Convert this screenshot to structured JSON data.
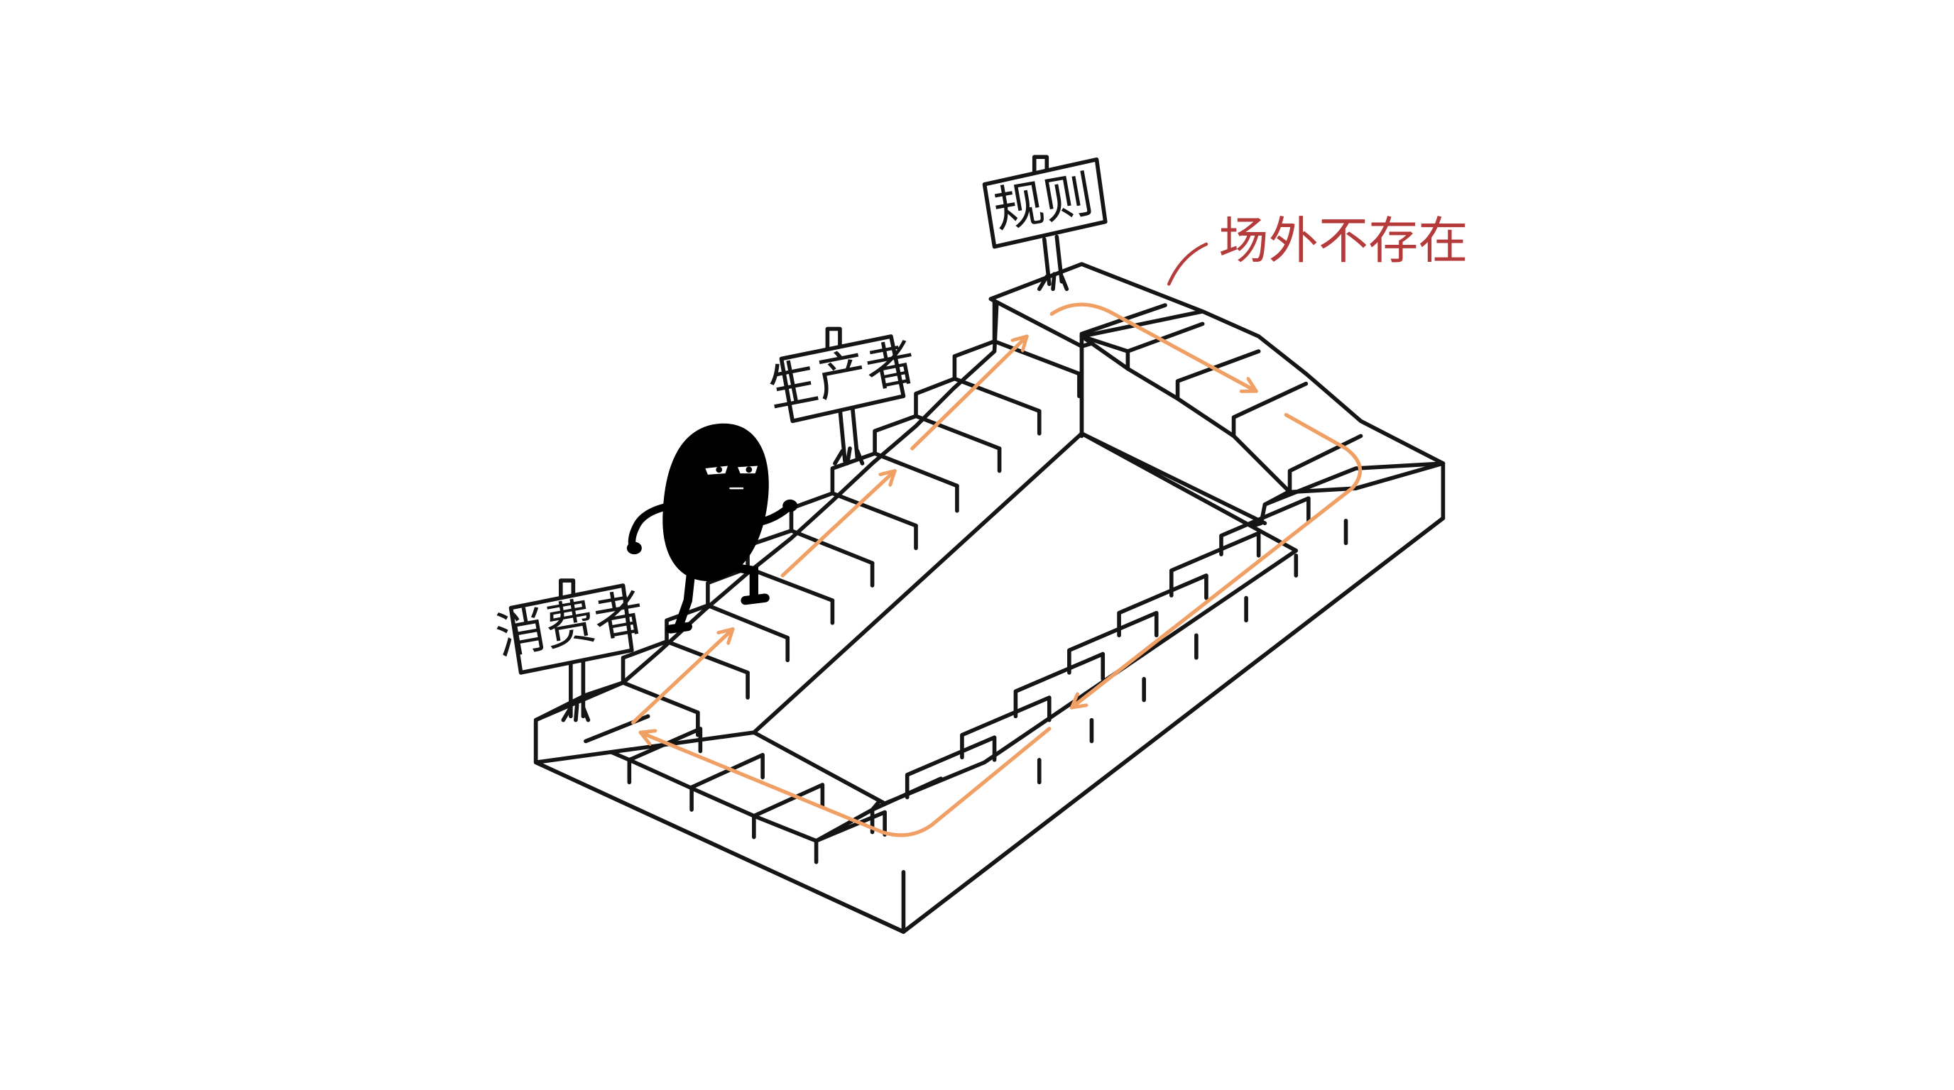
{
  "signs": {
    "consumer": "消费者",
    "producer": "生产者",
    "rules": "规则"
  },
  "annotation": {
    "text": "场外不存在"
  },
  "colors": {
    "ink": "#151515",
    "flow_arrow": "#f0a064",
    "annotation": "#b53a3a",
    "character": "#000000",
    "background": "#ffffff"
  },
  "icons": {
    "character": "black-bean-figure-climbing",
    "flow": "orange-loop-arrows"
  }
}
